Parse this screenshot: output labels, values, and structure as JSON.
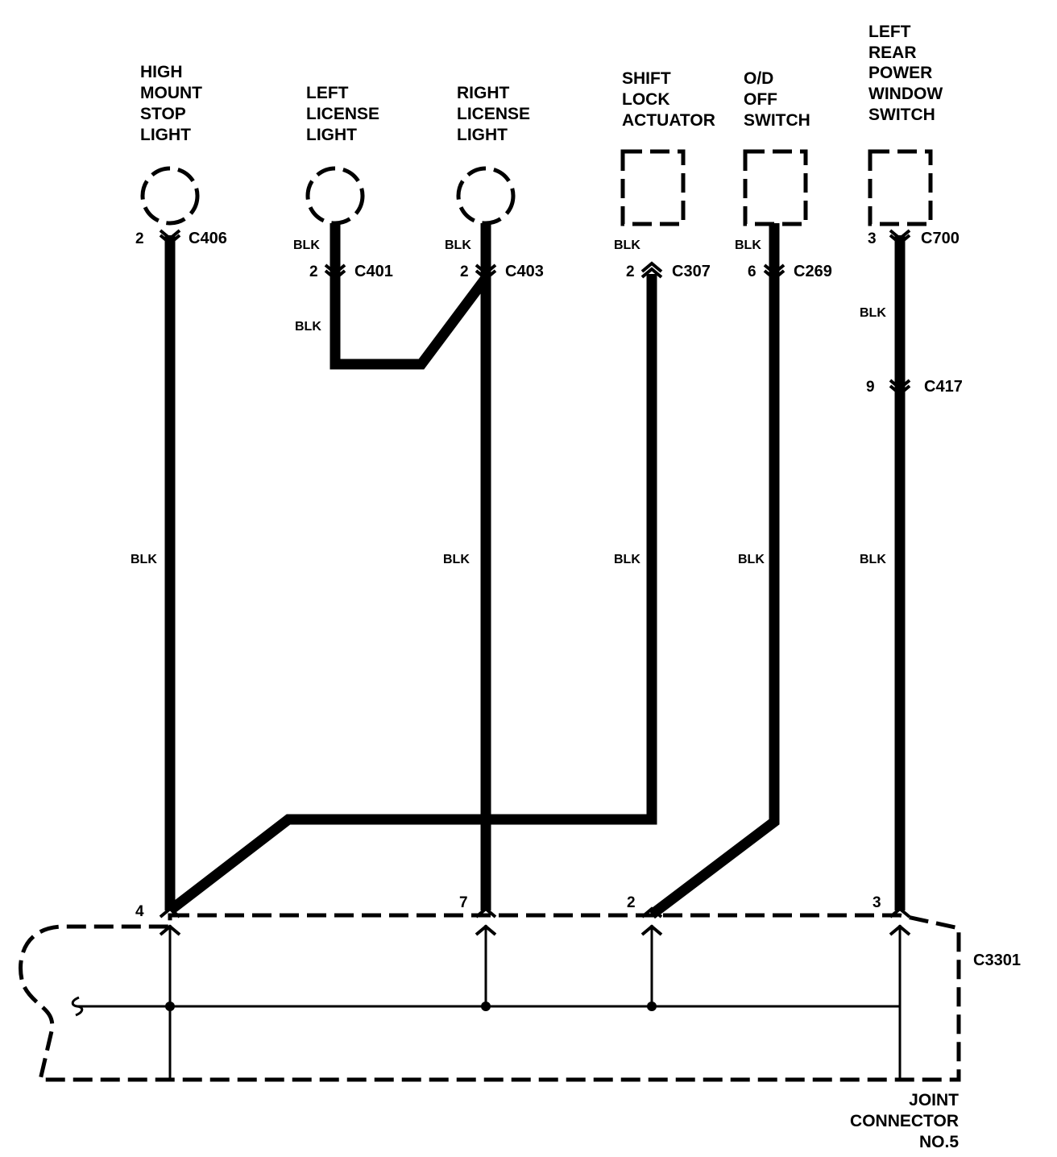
{
  "components": [
    {
      "id": "high-mount-stop-light",
      "label": [
        "HIGH",
        "MOUNT",
        "STOP",
        "LIGHT"
      ],
      "shape": "circle"
    },
    {
      "id": "left-license-light",
      "label": [
        "LEFT",
        "LICENSE",
        "LIGHT"
      ],
      "shape": "circle"
    },
    {
      "id": "right-license-light",
      "label": [
        "RIGHT",
        "LICENSE",
        "LIGHT"
      ],
      "shape": "circle"
    },
    {
      "id": "shift-lock-actuator",
      "label": [
        "SHIFT",
        "LOCK",
        "ACTUATOR"
      ],
      "shape": "box"
    },
    {
      "id": "od-off-switch",
      "label": [
        "O/D",
        "OFF",
        "SWITCH"
      ],
      "shape": "box"
    },
    {
      "id": "left-rear-power-window-switch",
      "label": [
        "LEFT",
        "REAR",
        "POWER",
        "WINDOW",
        "SWITCH"
      ],
      "shape": "box"
    }
  ],
  "connectors": [
    {
      "id": "c406",
      "name": "C406",
      "pin": "2"
    },
    {
      "id": "c401",
      "name": "C401",
      "pin": "2"
    },
    {
      "id": "c403",
      "name": "C403",
      "pin": "2"
    },
    {
      "id": "c307",
      "name": "C307",
      "pin": "2"
    },
    {
      "id": "c269",
      "name": "C269",
      "pin": "6"
    },
    {
      "id": "c700",
      "name": "C700",
      "pin": "3"
    },
    {
      "id": "c417",
      "name": "C417",
      "pin": "9"
    }
  ],
  "wire_color_label": "BLK",
  "joint_connector": {
    "name": "C3301",
    "label": [
      "JOINT",
      "CONNECTOR",
      "NO.5"
    ],
    "pins": [
      "4",
      "7",
      "2",
      "3"
    ]
  }
}
